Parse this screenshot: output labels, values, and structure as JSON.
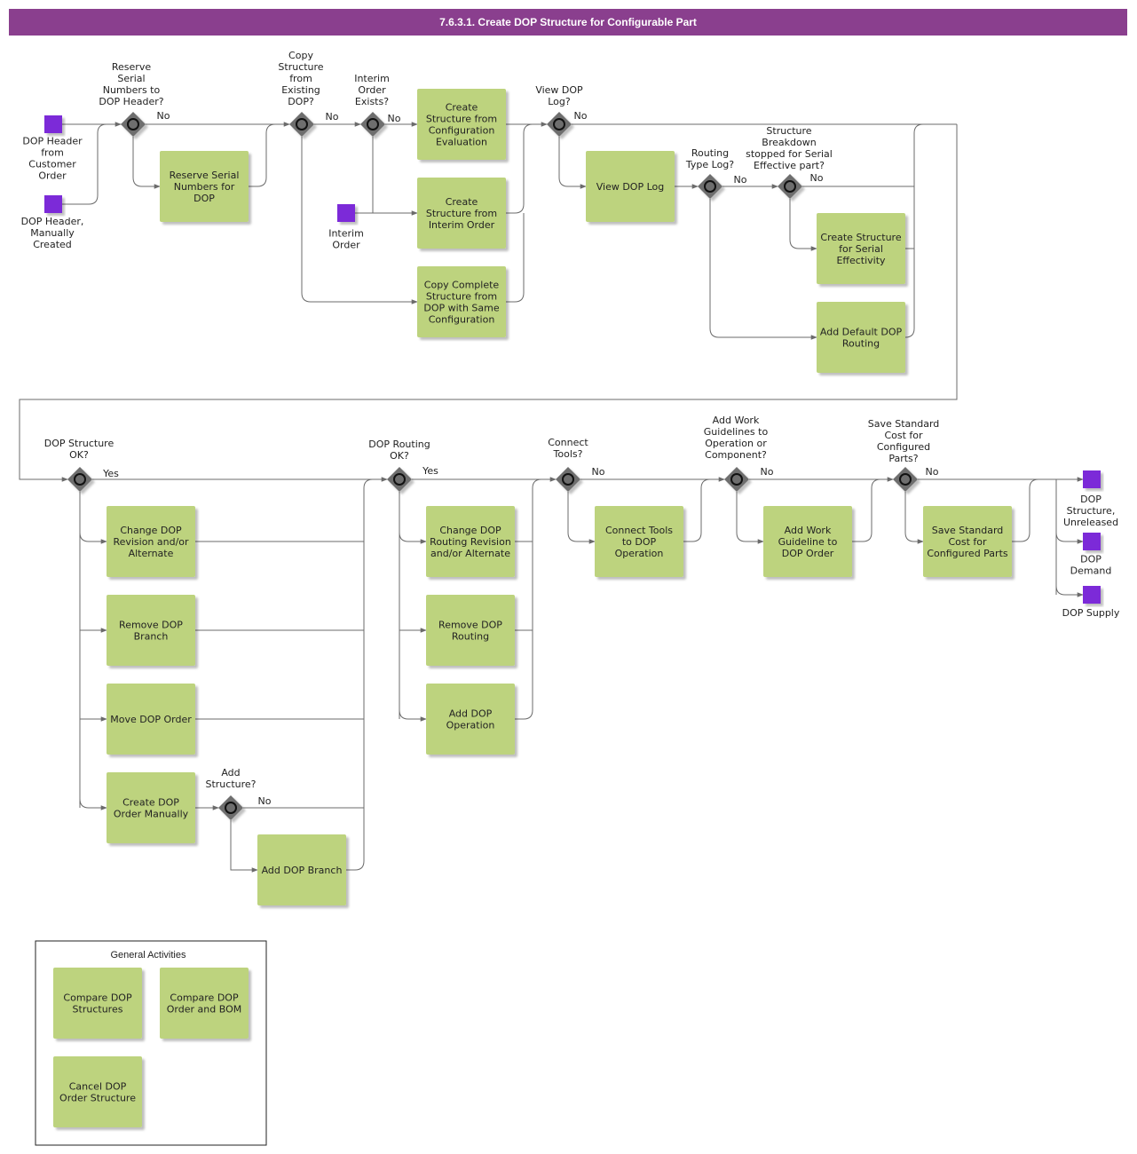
{
  "title": "7.6.3.1. Create DOP Structure for Configurable Part",
  "colors": {
    "banner": "#8a3f8e",
    "activity": "#bdd37e",
    "event": "#7b2ad8",
    "gateway": "#6e6e6e",
    "line": "#6b6b6b"
  },
  "activities": {
    "reserve_serial": [
      "Reserve Serial",
      "Numbers for",
      "DOP"
    ],
    "create_from_config": [
      "Create",
      "Structure from",
      "Configuration",
      "Evaluation"
    ],
    "create_from_interim": [
      "Create",
      "Structure from",
      "Interim Order"
    ],
    "copy_complete": [
      "Copy Complete",
      "Structure from",
      "DOP with Same",
      "Configuration"
    ],
    "view_dop_log": [
      "View DOP Log"
    ],
    "create_serial_effectivity": [
      "Create Structure",
      "for Serial",
      "Effectivity"
    ],
    "add_default_routing": [
      "Add Default DOP",
      "Routing"
    ],
    "change_dop_revision": [
      "Change DOP",
      "Revision and/or",
      "Alternate"
    ],
    "remove_dop_branch": [
      "Remove DOP",
      "Branch"
    ],
    "move_dop_order": [
      "Move DOP Order"
    ],
    "create_dop_order_manually": [
      "Create DOP",
      "Order Manually"
    ],
    "add_dop_branch": [
      "Add DOP Branch"
    ],
    "change_routing_revision": [
      "Change DOP",
      "Routing Revision",
      "and/or Alternate"
    ],
    "remove_dop_routing": [
      "Remove DOP",
      "Routing"
    ],
    "add_dop_operation": [
      "Add DOP",
      "Operation"
    ],
    "connect_tools": [
      "Connect Tools",
      "to DOP",
      "Operation"
    ],
    "add_work_guideline": [
      "Add Work",
      "Guideline to",
      "DOP Order"
    ],
    "save_standard_cost": [
      "Save Standard",
      "Cost for",
      "Configured Parts"
    ],
    "compare_structures": [
      "Compare DOP",
      "Structures"
    ],
    "compare_order_bom": [
      "Compare DOP",
      "Order and BOM"
    ],
    "cancel_structure": [
      "Cancel DOP",
      "Order Structure"
    ]
  },
  "events": {
    "header_customer": [
      "DOP Header",
      "from",
      "Customer",
      "Order"
    ],
    "header_manual": [
      "DOP Header,",
      "Manually",
      "Created"
    ],
    "interim_order": [
      "Interim",
      "Order"
    ],
    "structure_unreleased": [
      "DOP",
      "Structure,",
      "Unreleased"
    ],
    "dop_demand": [
      "DOP",
      "Demand"
    ],
    "dop_supply": [
      "DOP Supply"
    ]
  },
  "gateways": {
    "reserve_serial_q": [
      "Reserve",
      "Serial",
      "Numbers to",
      "DOP Header?"
    ],
    "copy_structure_q": [
      "Copy",
      "Structure",
      "from",
      "Existing",
      "DOP?"
    ],
    "interim_exists_q": [
      "Interim",
      "Order",
      "Exists?"
    ],
    "view_log_q": [
      "View DOP",
      "Log?"
    ],
    "routing_type_q": [
      "Routing",
      "Type Log?"
    ],
    "breakdown_q": [
      "Structure",
      "Breakdown",
      "stopped for Serial",
      "Effective part?"
    ],
    "structure_ok_q": [
      "DOP Structure",
      "OK?"
    ],
    "add_structure_q": [
      "Add",
      "Structure?"
    ],
    "routing_ok_q": [
      "DOP Routing",
      "OK?"
    ],
    "connect_tools_q": [
      "Connect",
      "Tools?"
    ],
    "add_guidelines_q": [
      "Add Work",
      "Guidelines to",
      "Operation or",
      "Component?"
    ],
    "save_cost_q": [
      "Save Standard",
      "Cost for",
      "Configured",
      "Parts?"
    ]
  },
  "flow_labels": {
    "no": "No",
    "yes": "Yes"
  },
  "general_activities": {
    "title": "General Activities"
  }
}
